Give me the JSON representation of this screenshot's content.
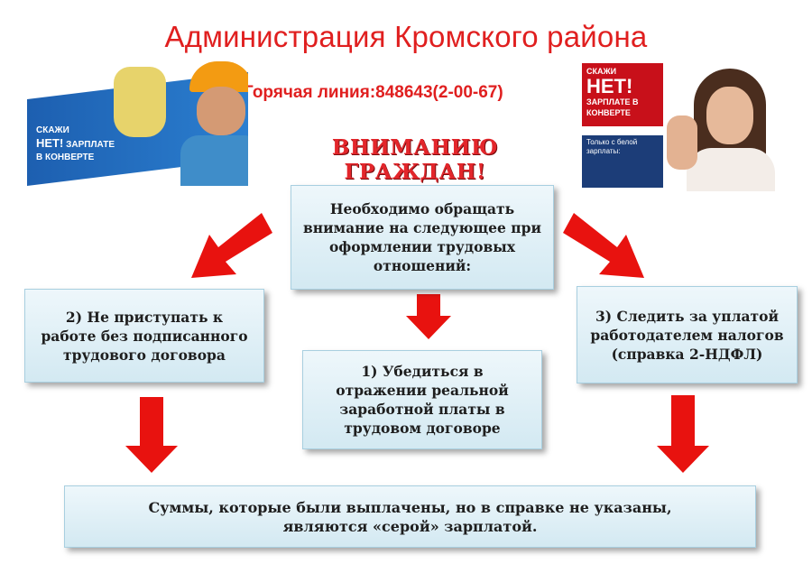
{
  "header": {
    "title": "Администрация Кромского района",
    "hotline": "Горячая линия:848643(2-00-67)"
  },
  "banners": {
    "left": {
      "line1": "СКАЖИ",
      "line2": "НЕТ!",
      "line3": "ЗАРПЛАТЕ",
      "line4": "В КОНВЕРТЕ"
    },
    "right": {
      "line1": "СКАЖИ",
      "line2": "НЕТ!",
      "line3": "ЗАРПЛАТЕ В",
      "line4": "КОНВЕРТЕ",
      "line5": "Только с белой зарплаты:"
    }
  },
  "heading": "ВНИМАНИЮ ГРАЖДАН!",
  "boxes": {
    "center_top": [
      "Необходимо обращать",
      "внимание на следующее при",
      "оформлении трудовых",
      "отношений:"
    ],
    "left": [
      "2)    Не приступать к",
      "работе без подписанного",
      "трудового договора"
    ],
    "middle": [
      "1)    Убедиться в",
      "отражении реальной",
      "заработной платы в",
      "трудовом договоре"
    ],
    "right": [
      "3)    Следить за уплатой",
      "работодателем налогов",
      "(справка 2-НДФЛ)"
    ],
    "bottom": [
      "Суммы, которые были выплачены, но в справке не указаны,",
      "являются «серой» зарплатой."
    ]
  },
  "colors": {
    "accent_red": "#e01f1f",
    "arrow_red": "#e8120f",
    "box_fill": "#dff0f7",
    "banner_blue": "#1d5fb0"
  }
}
